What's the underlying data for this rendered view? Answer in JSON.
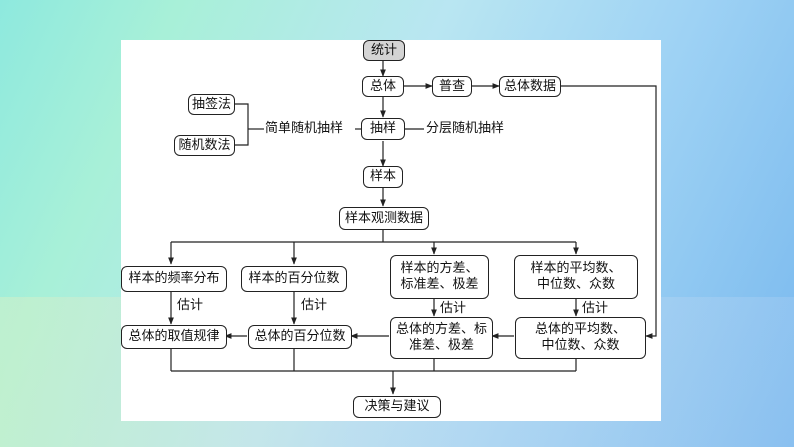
{
  "nodes": {
    "statistics": "统计",
    "population": "总体",
    "census": "普查",
    "population_data": "总体数据",
    "lottery_method": "抽签法",
    "random_number_method": "随机数法",
    "simple_random_sampling": "简单随机抽样",
    "sampling": "抽样",
    "stratified_random_sampling": "分层随机抽样",
    "sample": "样本",
    "sample_observed_data": "样本观测数据",
    "sample_frequency_distribution": "样本的频率分布",
    "sample_percentile": "样本的百分位数",
    "sample_variance_line1": "样本的方差、",
    "sample_variance_line2": "标准差、极差",
    "sample_mean_line1": "样本的平均数、",
    "sample_mean_line2": "中位数、众数",
    "population_value_law": "总体的取值规律",
    "population_percentile": "总体的百分位数",
    "population_variance_line1": "总体的方差、标",
    "population_variance_line2": "准差、极差",
    "population_mean_line1": "总体的平均数、",
    "population_mean_line2": "中位数、众数",
    "decision": "决策与建议"
  },
  "edge_labels": {
    "estimate": "估计"
  }
}
